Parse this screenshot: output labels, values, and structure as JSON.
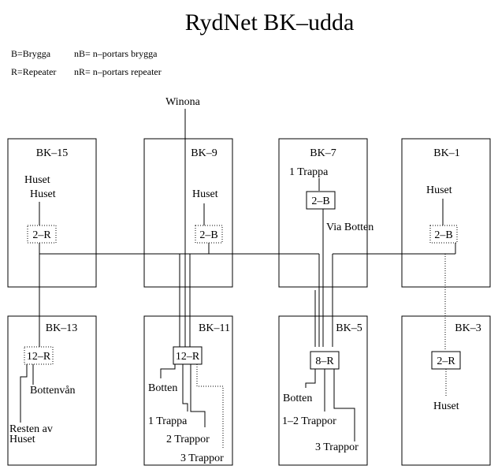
{
  "title": "RydNet  BK–udda",
  "legend": {
    "b": "B=Brygga",
    "nb": "nB= n–portars brygga",
    "r": "R=Repeater",
    "nr": "nR= n–portars repeater"
  },
  "external": "Winona",
  "rooms": {
    "bk15": "BK–15",
    "bk9": "BK–9",
    "bk7": "BK–7",
    "bk1": "BK–1",
    "bk13": "BK–13",
    "bk11": "BK–11",
    "bk5": "BK–5",
    "bk3": "BK–3"
  },
  "devices": {
    "bk15": "2–R",
    "bk9": "2–B",
    "bk7": "2–B",
    "bk1": "2–B",
    "bk13": "12–R",
    "bk11": "12–R",
    "bk5": "8–R",
    "bk3": "2–R"
  },
  "labels": {
    "bk15_huset1": "Huset",
    "bk15_huset2": "Huset",
    "bk9_huset": "Huset",
    "bk7_trappa": "1 Trappa",
    "bk7_via": "Via Botten",
    "bk1_huset": "Huset",
    "bk13_bottenvan": "Bottenvån",
    "bk13_resten1": "Resten av",
    "bk13_resten2": "Huset",
    "bk11_botten": "Botten",
    "bk11_trappa": "1 Trappa",
    "bk11_2trappor": "2 Trappor",
    "bk11_3trappor": "3 Trappor",
    "bk5_botten": "Botten",
    "bk5_12trappor": "1–2 Trappor",
    "bk5_3trappor": "3 Trappor",
    "bk3_huset": "Huset"
  }
}
